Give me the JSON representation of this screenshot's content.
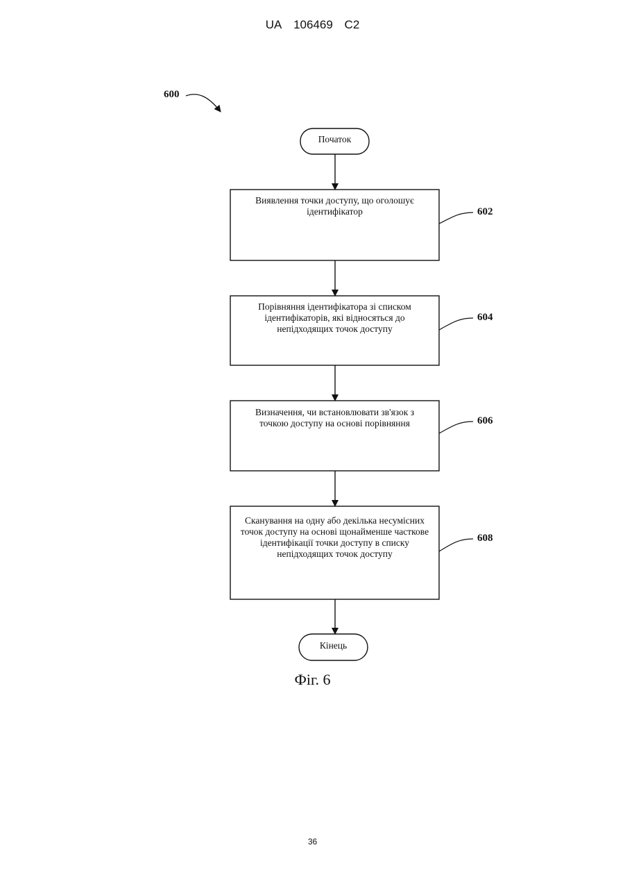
{
  "header": {
    "country": "UA",
    "number": "106469",
    "kind": "C2"
  },
  "diagram": {
    "ref_main": "600",
    "start_label": "Початок",
    "end_label": "Кінець",
    "steps": [
      {
        "ref": "602",
        "text": "Виявлення точки доступу, що оголошує ідентифікатор"
      },
      {
        "ref": "604",
        "text": "Порівняння ідентифікатора зі списком ідентифікаторів, які відносяться до непідходящих точок доступу"
      },
      {
        "ref": "606",
        "text": "Визначення, чи встановлювати зв'язок з точкою доступу на основі порівняння"
      },
      {
        "ref": "608",
        "text": "Сканування на одну або декілька несумісних точок доступу на основі щонайменше часткове ідентифікації точки доступу в списку непідходящих точок доступу"
      }
    ]
  },
  "caption": "Фіг. 6",
  "page_number": "36"
}
